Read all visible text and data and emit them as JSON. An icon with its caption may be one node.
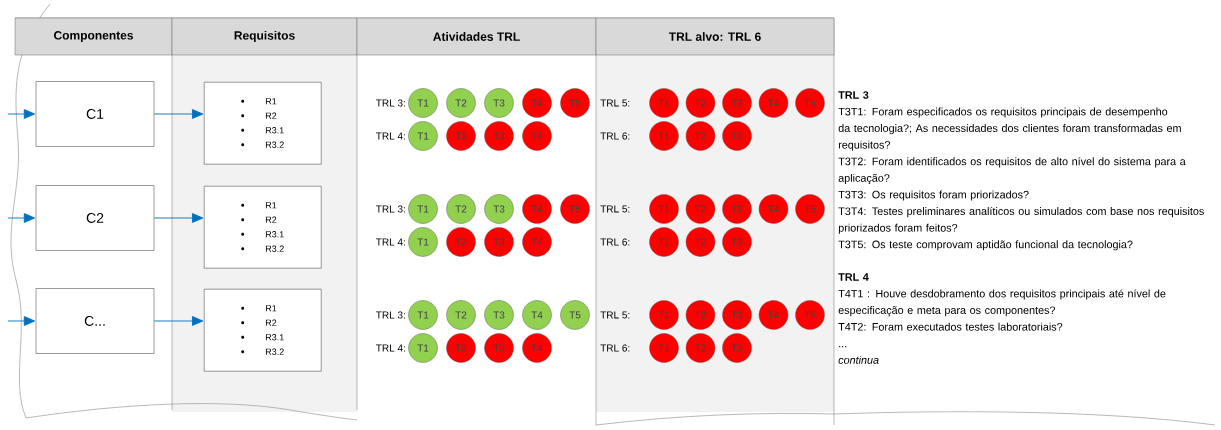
{
  "diagram": {
    "nodes": [
      {
        "text": [
          "Componentes"
        ]
      },
      {
        "text": [
          "Requisitos"
        ]
      },
      {
        "text": [
          "Atividades TRL"
        ]
      },
      {
        "text": [
          "TRL alvo: TRL 6"
        ]
      },
      {
        "text": [
          "C1"
        ]
      },
      {
        "text": [
          "R1",
          "R2",
          "R3.1",
          "R3.2"
        ]
      },
      {
        "text": [
          "T1"
        ]
      },
      {
        "text": [
          "T2"
        ]
      },
      {
        "text": [
          "T3"
        ]
      },
      {
        "text": [
          "T4"
        ]
      },
      {
        "text": [
          "T5"
        ]
      },
      {
        "text": [
          "T1"
        ]
      },
      {
        "text": [
          "T2"
        ]
      },
      {
        "text": [
          "T3"
        ]
      },
      {
        "text": [
          "T4"
        ]
      },
      {
        "text": [
          "T5"
        ]
      },
      {
        "text": [
          "T1"
        ]
      },
      {
        "text": [
          "T2"
        ]
      },
      {
        "text": [
          "T3"
        ]
      },
      {
        "text": [
          "T4"
        ]
      },
      {
        "text": [
          "T1"
        ]
      },
      {
        "text": [
          "T2"
        ]
      },
      {
        "text": [
          "T3"
        ]
      },
      {
        "text": [
          "C2"
        ]
      },
      {
        "text": [
          "R1",
          "R2",
          "R3.1",
          "R3.2"
        ]
      },
      {
        "text": [
          "T1"
        ]
      },
      {
        "text": [
          "T2"
        ]
      },
      {
        "text": [
          "T3"
        ]
      },
      {
        "text": [
          "T4"
        ]
      },
      {
        "text": [
          "T5"
        ]
      },
      {
        "text": [
          "T1"
        ]
      },
      {
        "text": [
          "T2"
        ]
      },
      {
        "text": [
          "T3"
        ]
      },
      {
        "text": [
          "T4"
        ]
      },
      {
        "text": [
          "T5"
        ]
      },
      {
        "text": [
          "T1"
        ]
      },
      {
        "text": [
          "T2"
        ]
      },
      {
        "text": [
          "T3"
        ]
      },
      {
        "text": [
          "T4"
        ]
      },
      {
        "text": [
          "T1"
        ]
      },
      {
        "text": [
          "T2"
        ]
      },
      {
        "text": [
          "T3"
        ]
      },
      {
        "text": [
          "C..."
        ]
      },
      {
        "text": [
          "R1",
          "R2",
          "R3.1",
          "R3.2"
        ]
      },
      {
        "text": [
          "T1"
        ]
      },
      {
        "text": [
          "T2"
        ]
      },
      {
        "text": [
          "T3"
        ]
      },
      {
        "text": [
          "T4"
        ]
      },
      {
        "text": [
          "T5"
        ]
      },
      {
        "text": [
          "T1"
        ]
      },
      {
        "text": [
          "T2"
        ]
      },
      {
        "text": [
          "T3"
        ]
      },
      {
        "text": [
          "T4"
        ]
      },
      {
        "text": [
          "T5"
        ]
      },
      {
        "text": [
          "T1"
        ]
      },
      {
        "text": [
          "T2"
        ]
      },
      {
        "text": [
          "T3"
        ]
      },
      {
        "text": [
          "T4"
        ]
      },
      {
        "text": [
          "T1"
        ]
      },
      {
        "text": [
          "T2"
        ]
      },
      {
        "text": [
          "T3"
        ]
      }
    ],
    "edges": [
      {
        "from": null,
        "to": 4,
        "arrow": "to"
      },
      {
        "from": 4,
        "to": 5,
        "arrow": "to"
      },
      {
        "from": null,
        "to": 23,
        "arrow": "to"
      },
      {
        "from": 23,
        "to": 24,
        "arrow": "to"
      },
      {
        "from": null,
        "to": 42,
        "arrow": "to"
      },
      {
        "from": 42,
        "to": 43,
        "arrow": "to"
      }
    ],
    "labels": [
      "TRL 3:",
      "TRL 5:",
      "TRL 4:",
      "TRL 6:",
      "TRL 3:",
      "TRL 5:",
      "TRL 4:",
      "TRL 6:",
      "TRL 3:",
      "TRL 5:",
      "TRL 4:",
      "TRL 6:",
      "TRL 3",
      "T3T1: Foram especificados os requisitos principais de desempenho da tecnologia?; As necessidades dos clientes foram transformadas em requisitos?",
      "T3T2: Foram identificados os requisitos de alto nível do sistema para a aplicação?",
      "T3T3: Os requisitos foram priorizados?",
      "T3T4: Testes preliminares analíticos ou simulados com base nos requisitos priorizados foram feitos?",
      "T3T5: Os teste comprovam aptidão funcional da tecnologia?",
      "TRL 4",
      "T4T1 : Houve desdobramento dos requisitos principais até nível de especificação e meta para os componentes?",
      "T4T2: Foram executados testes laboratoriais?",
      "...",
      "continua"
    ]
  }
}
